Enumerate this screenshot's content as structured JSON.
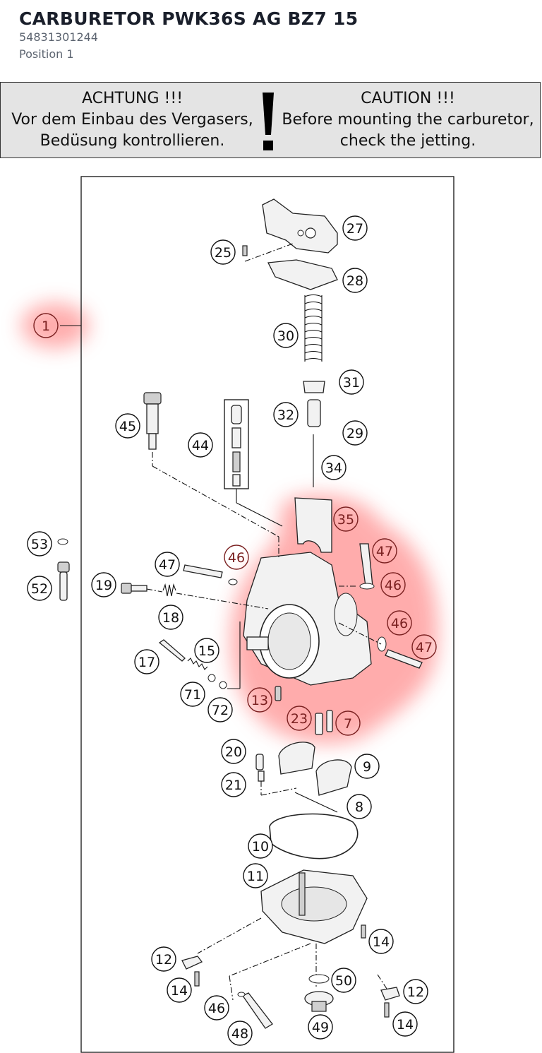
{
  "header": {
    "title": "CARBURETOR PWK36S AG BZ7 15",
    "part_number": "54831301244",
    "position": "Position 1"
  },
  "banner": {
    "de_lines": [
      "ACHTUNG !!!",
      "Vor dem Einbau des Vergasers,",
      "Bedüsung kontrollieren."
    ],
    "en_lines": [
      "CAUTION !!!",
      "Before mounting the carburetor,",
      "check the jetting."
    ]
  },
  "colors": {
    "highlight": "#ff6b6b",
    "banner_bg": "#e4e4e4",
    "title": "#1a1f2b"
  },
  "callouts": [
    {
      "label": "1",
      "highlighted": true
    },
    {
      "label": "27",
      "highlighted": false
    },
    {
      "label": "25",
      "highlighted": false
    },
    {
      "label": "28",
      "highlighted": false
    },
    {
      "label": "30",
      "highlighted": false
    },
    {
      "label": "31",
      "highlighted": false
    },
    {
      "label": "32",
      "highlighted": false
    },
    {
      "label": "29",
      "highlighted": false
    },
    {
      "label": "34",
      "highlighted": false
    },
    {
      "label": "45",
      "highlighted": false
    },
    {
      "label": "44",
      "highlighted": false
    },
    {
      "label": "35",
      "highlighted": true
    },
    {
      "label": "47",
      "highlighted": true
    },
    {
      "label": "53",
      "highlighted": false
    },
    {
      "label": "47",
      "highlighted": false
    },
    {
      "label": "46",
      "highlighted": true
    },
    {
      "label": "46",
      "highlighted": true
    },
    {
      "label": "52",
      "highlighted": false
    },
    {
      "label": "19",
      "highlighted": false
    },
    {
      "label": "18",
      "highlighted": false
    },
    {
      "label": "46",
      "highlighted": true
    },
    {
      "label": "47",
      "highlighted": true
    },
    {
      "label": "17",
      "highlighted": false
    },
    {
      "label": "15",
      "highlighted": false
    },
    {
      "label": "71",
      "highlighted": false
    },
    {
      "label": "72",
      "highlighted": false
    },
    {
      "label": "13",
      "highlighted": true
    },
    {
      "label": "23",
      "highlighted": true
    },
    {
      "label": "7",
      "highlighted": true
    },
    {
      "label": "20",
      "highlighted": false
    },
    {
      "label": "9",
      "highlighted": false
    },
    {
      "label": "21",
      "highlighted": false
    },
    {
      "label": "8",
      "highlighted": false
    },
    {
      "label": "10",
      "highlighted": false
    },
    {
      "label": "11",
      "highlighted": false
    },
    {
      "label": "14",
      "highlighted": false
    },
    {
      "label": "12",
      "highlighted": false
    },
    {
      "label": "50",
      "highlighted": false
    },
    {
      "label": "14",
      "highlighted": false
    },
    {
      "label": "12",
      "highlighted": false
    },
    {
      "label": "46",
      "highlighted": false
    },
    {
      "label": "14",
      "highlighted": false
    },
    {
      "label": "48",
      "highlighted": false
    },
    {
      "label": "49",
      "highlighted": false
    }
  ]
}
